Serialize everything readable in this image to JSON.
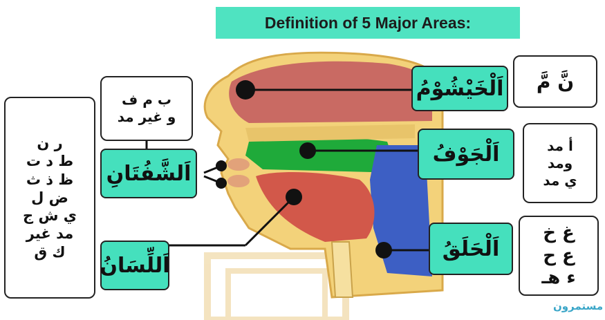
{
  "title": "Definition of 5 Major Areas:",
  "areas": {
    "khayshum": {
      "label": "اَلْخَيْشُوْمُ",
      "letters": [
        "نَّ  مَّ"
      ]
    },
    "jawf": {
      "label": "اَلْجَوْفُ",
      "letters": [
        "أ مد",
        "ومد",
        "ي مد"
      ]
    },
    "halq": {
      "label": "اَلْحَلَقُ",
      "letters": [
        "غ خ",
        "ع ح",
        "ء هـ"
      ]
    },
    "shafatan": {
      "label": "اَلشَّفُتَانِ",
      "letters": [
        "ب م ف",
        "و غير مد"
      ]
    },
    "lisan": {
      "label": "اَللِّسَانُ",
      "letters": [
        "ر ن",
        "ط د ت",
        "ظ ذ ث",
        "ض ل",
        "ي ش ج",
        "مد غير",
        "ك ق"
      ]
    }
  },
  "watermark": "مستمرون",
  "colors": {
    "title_bg": "#4fe3c1",
    "label_bg": "#45e0bd",
    "nasal": "#c96a63",
    "oral_cavity": "#1faa3a",
    "throat": "#3d5fc4",
    "tongue": "#d2584a",
    "skin": "#f3d27a"
  }
}
